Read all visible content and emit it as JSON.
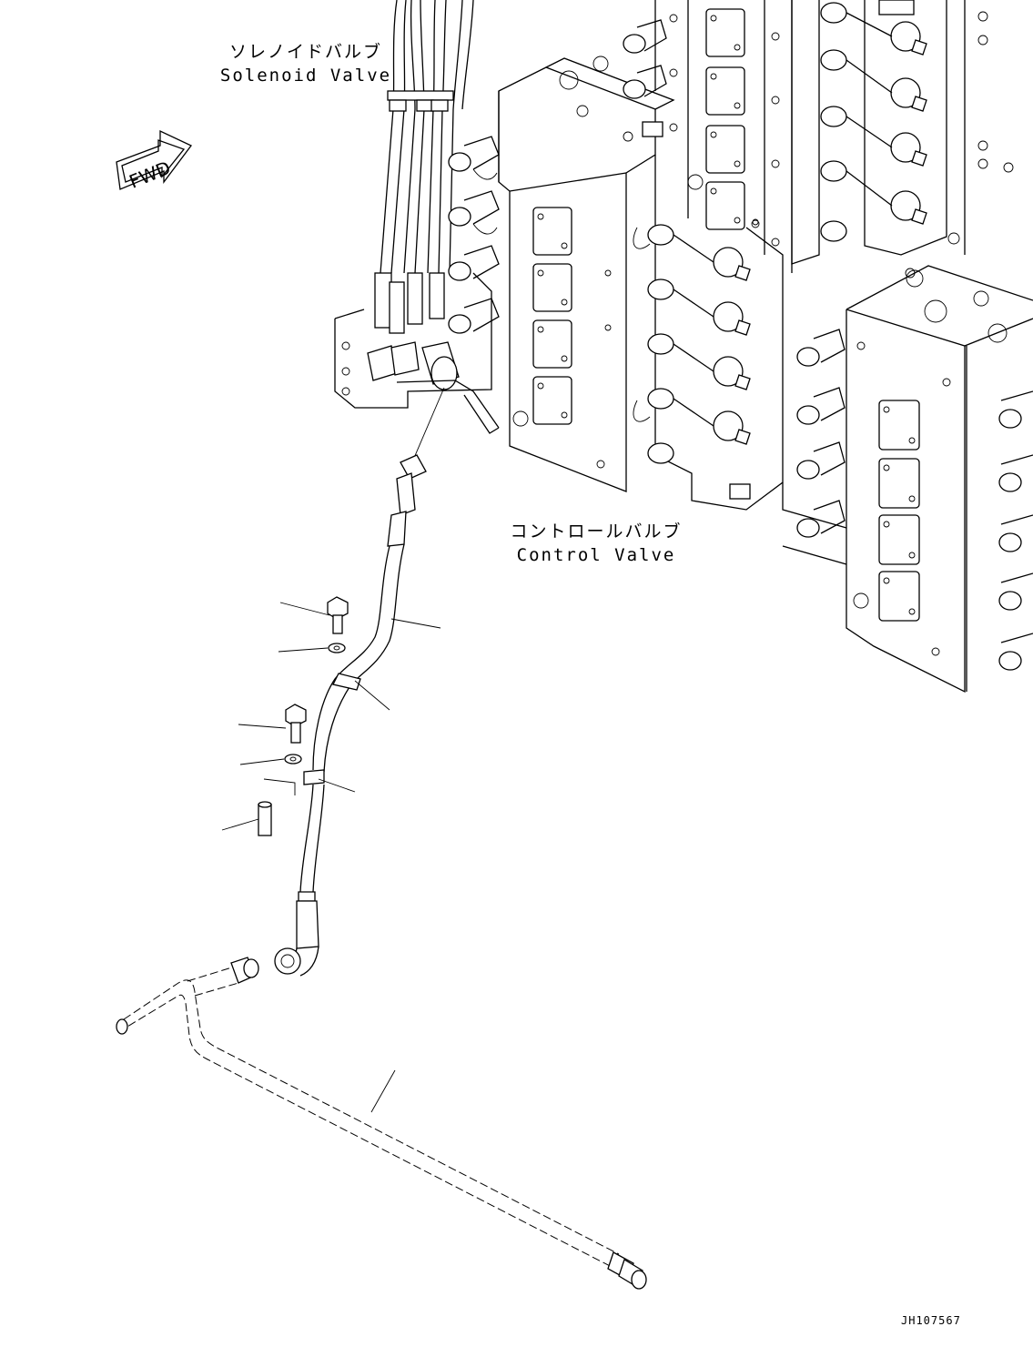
{
  "labels": {
    "solenoid_valve_jp": "ソレノイドバルブ",
    "solenoid_valve_en": "Solenoid Valve",
    "control_valve_jp": "コントロールバルブ",
    "control_valve_en": "Control Valve",
    "forward_arrow": "FWD",
    "drawing_number": "JH107567"
  }
}
